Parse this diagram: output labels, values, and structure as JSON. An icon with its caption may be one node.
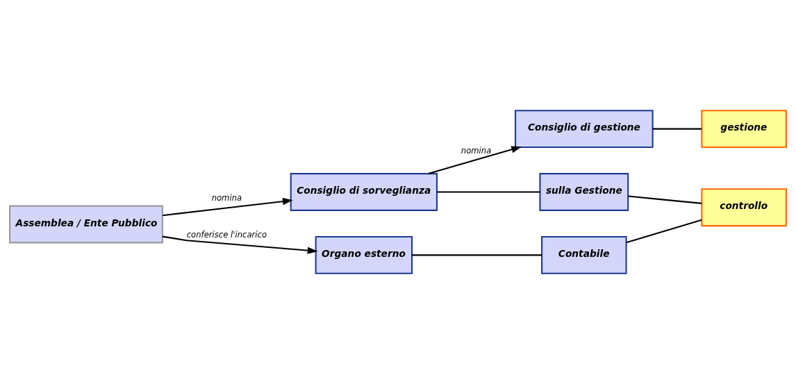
{
  "diagram": {
    "nodes": [
      {
        "text": [
          "Consiglio di gestione"
        ]
      },
      {
        "text": [
          "gestione"
        ]
      },
      {
        "text": [
          "Assemblea / Ente Pubblico"
        ]
      },
      {
        "text": [
          "Consiglio di sorveglianza"
        ]
      },
      {
        "text": [
          "sulla Gestione"
        ]
      },
      {
        "text": [
          "controllo"
        ]
      },
      {
        "text": [
          "Organo esterno"
        ]
      },
      {
        "text": [
          "Contabile"
        ]
      }
    ],
    "edges": [
      {
        "from": 0,
        "to": 1,
        "arrow": "none"
      },
      {
        "from": 3,
        "to": 0,
        "arrow": "to",
        "label": "nomina"
      },
      {
        "from": 2,
        "to": 3,
        "arrow": "to",
        "label": "nomina"
      },
      {
        "from": 3,
        "to": 4,
        "arrow": "none"
      },
      {
        "from": 2,
        "to": 6,
        "arrow": "to",
        "label": "conferisce l'incarico"
      },
      {
        "from": 6,
        "to": 7,
        "arrow": "none"
      },
      {
        "from": 4,
        "to": 5,
        "arrow": "none"
      },
      {
        "from": 7,
        "to": 5,
        "arrow": "none"
      }
    ]
  }
}
